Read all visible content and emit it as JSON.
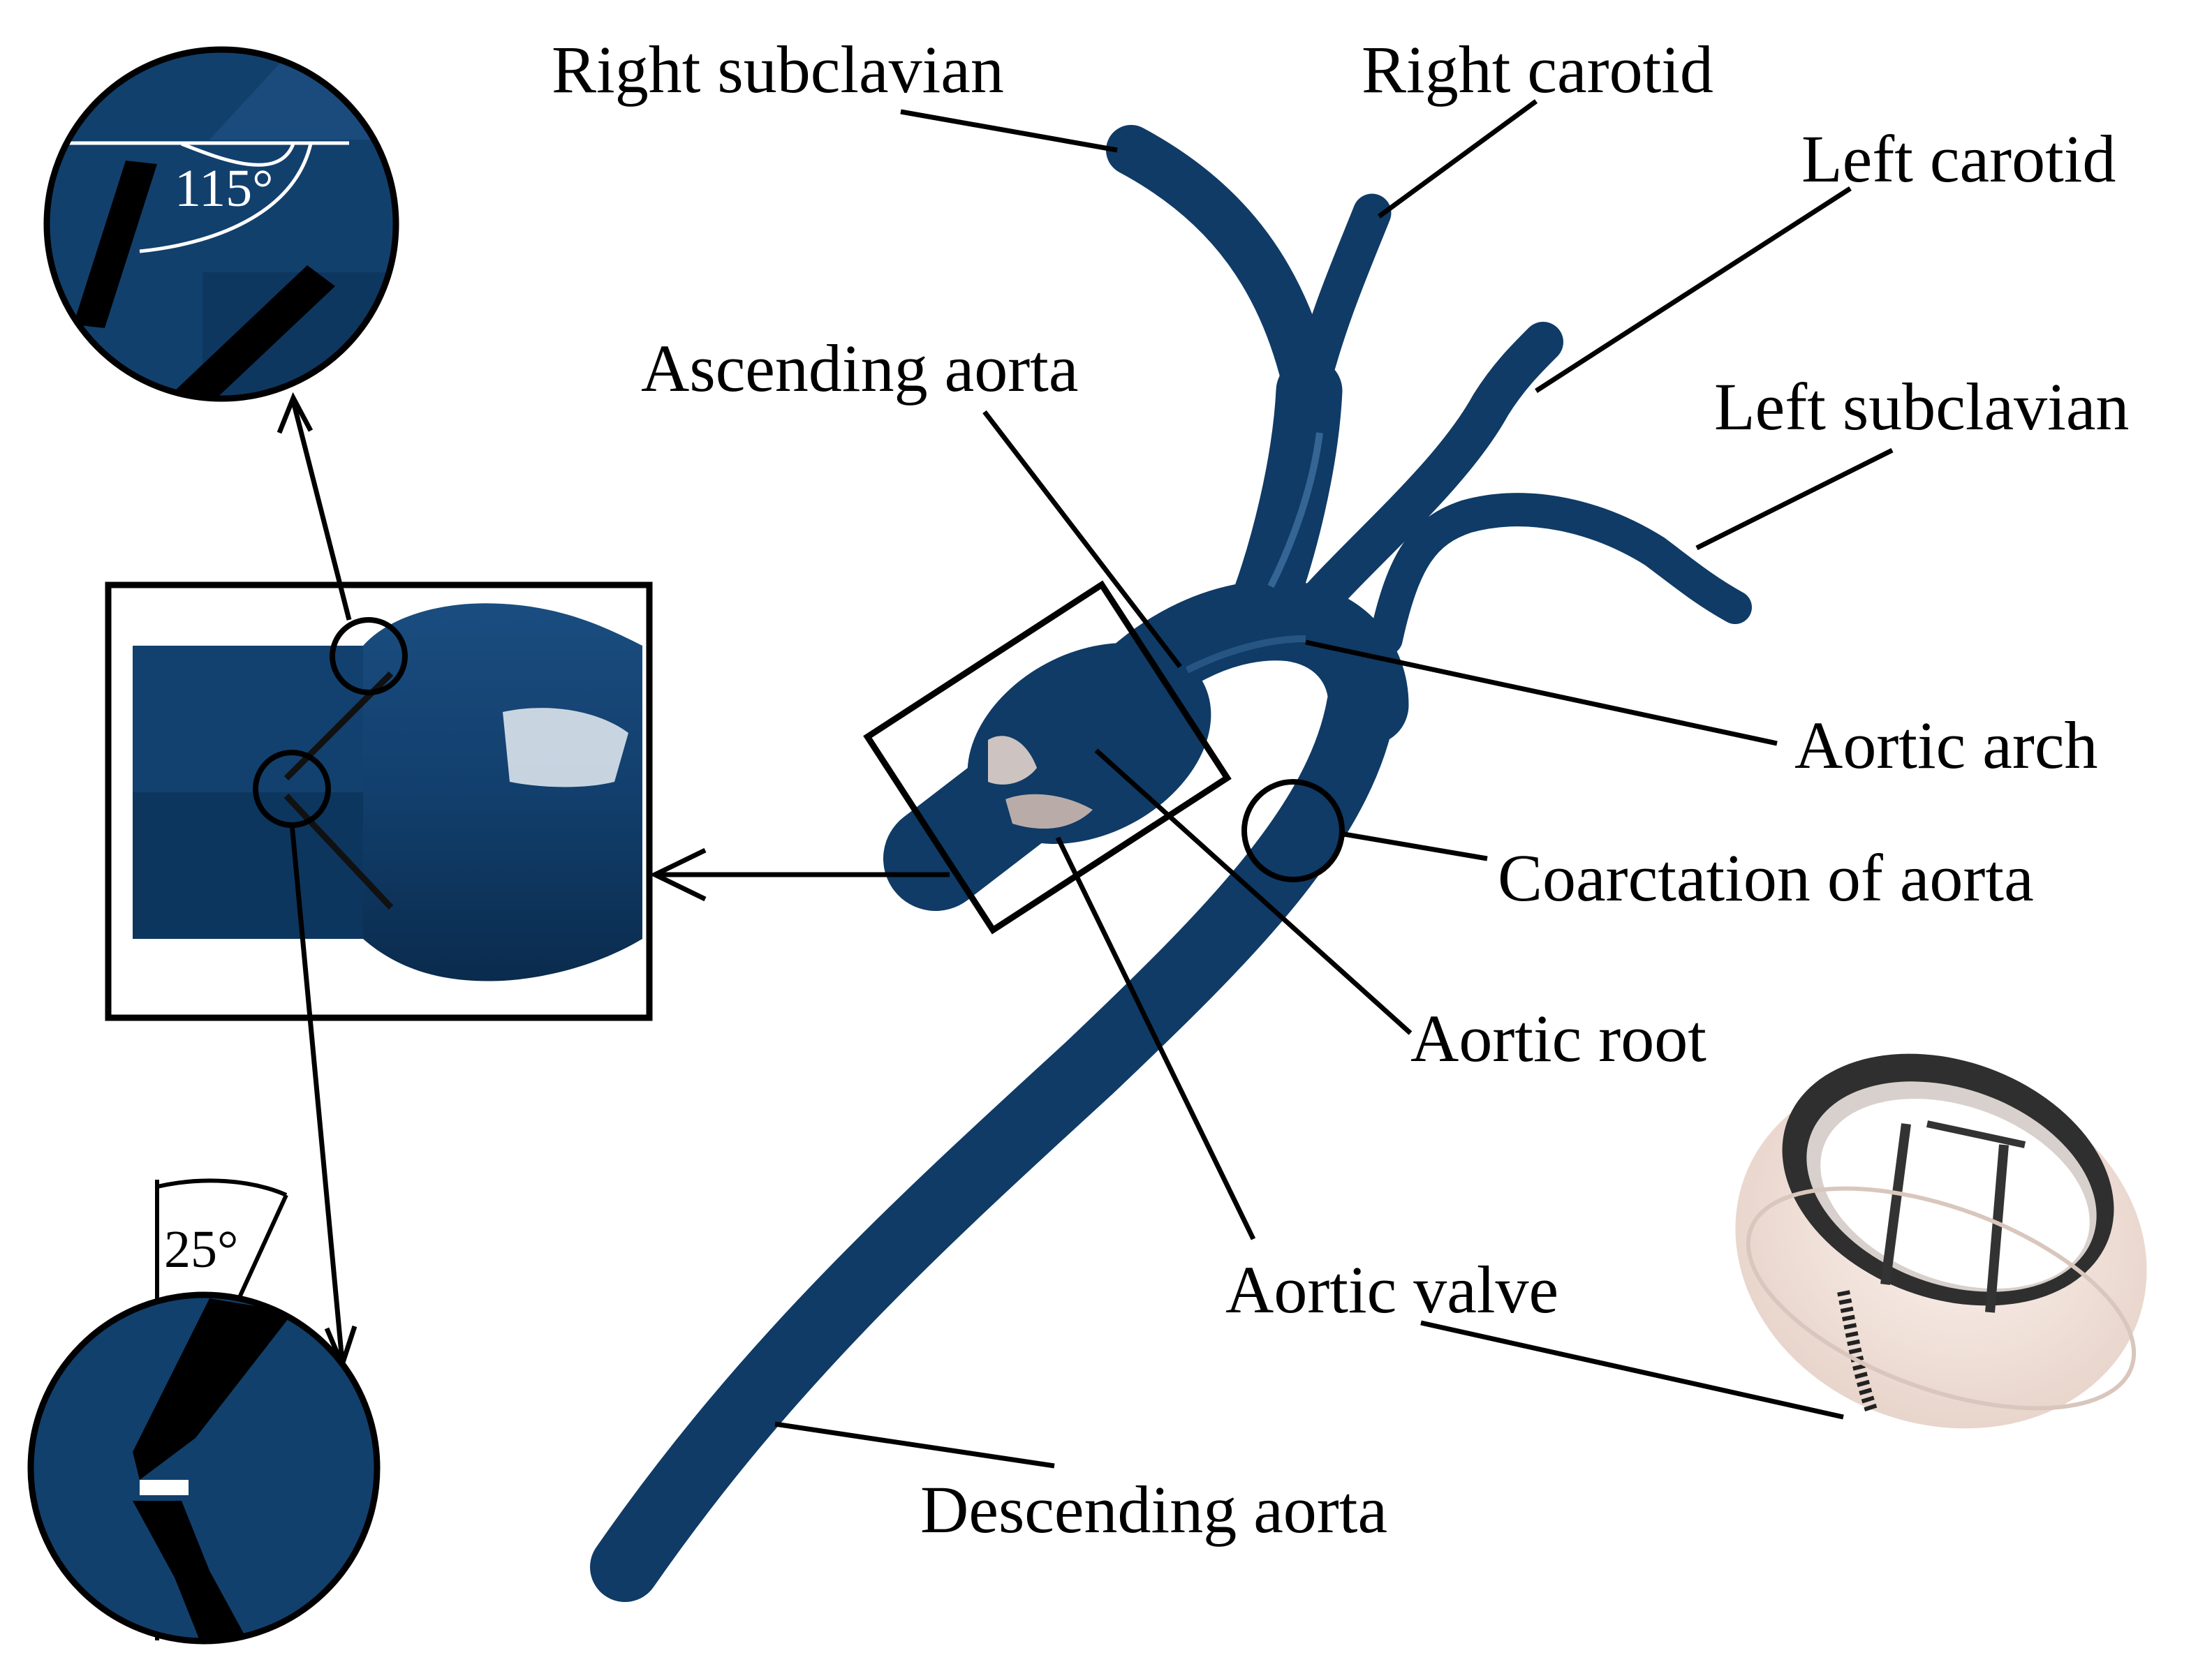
{
  "colors": {
    "vessel": "#0f3b66",
    "vessel_dark": "#0a2c4e",
    "vessel_highlight": "#4f82b3",
    "leaflet": "#111111",
    "valve_ring": "#f2e3dc",
    "valve_frame": "#3a3a3a",
    "valve_leaflet_light": "#c9bdb8",
    "line": "#000000"
  },
  "labels": {
    "right_subclavian": "Right subclavian",
    "right_carotid": "Right carotid",
    "left_carotid": "Left carotid",
    "left_subclavian": "Left subclavian",
    "ascending_aorta": "Ascending aorta",
    "aortic_arch": "Aortic arch",
    "coarctation": "Coarctation of aorta",
    "aortic_root": "Aortic root",
    "aortic_valve": "Aortic valve",
    "descending_aorta": "Descending aorta"
  },
  "angles": {
    "open_angle": "115°",
    "closed_angle": "25°"
  }
}
